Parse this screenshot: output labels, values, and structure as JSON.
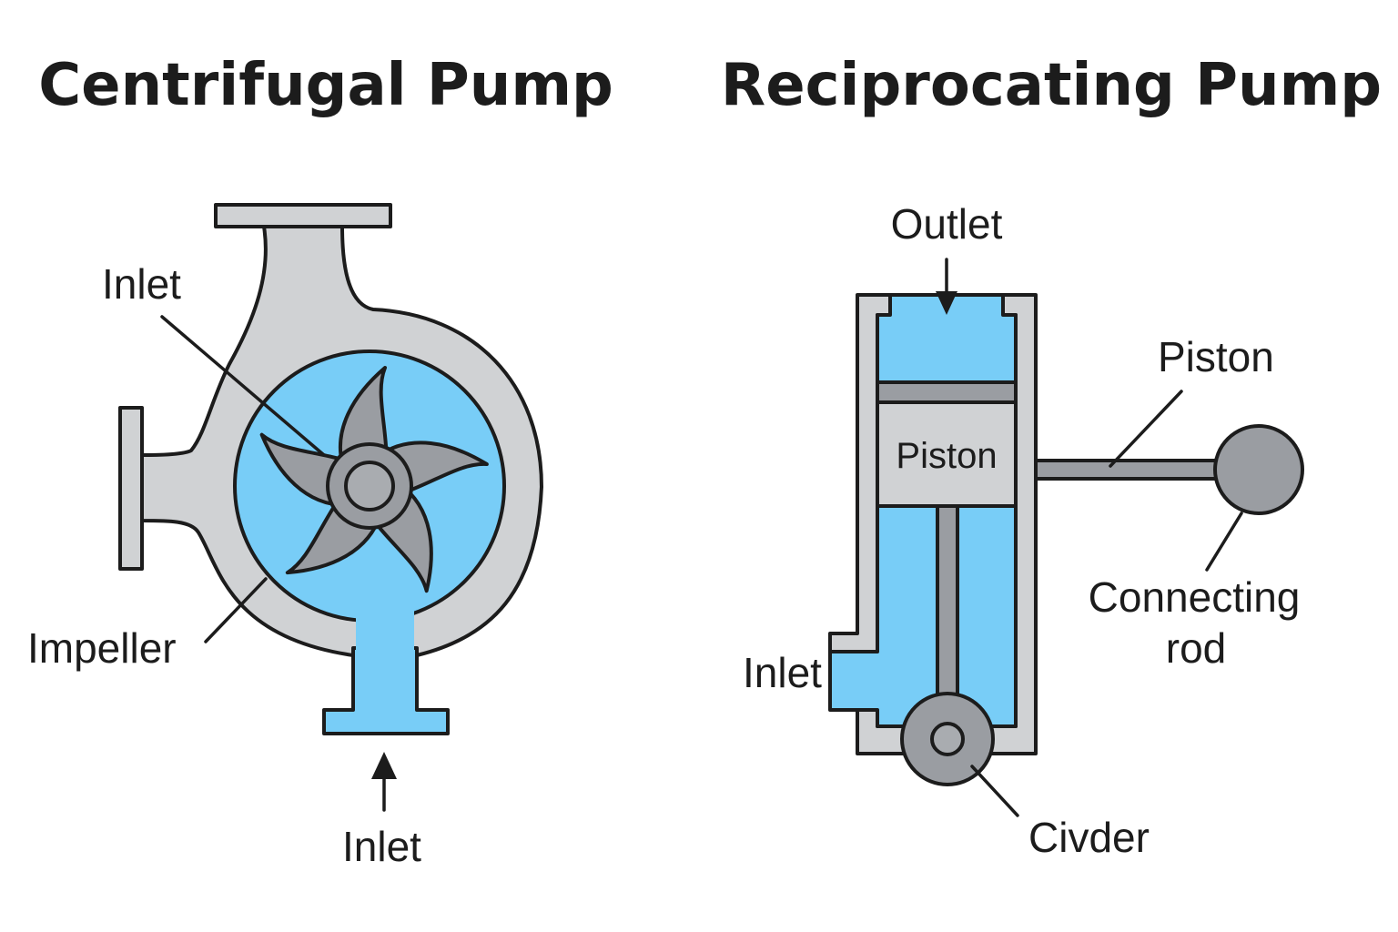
{
  "colors": {
    "casing": "#d0d2d4",
    "fluid": "#78cdf7",
    "metal": "#9a9da2",
    "outline": "#1c1c1c"
  },
  "centrifugal": {
    "title": "Centrifugal Pump",
    "labels": {
      "inlet_top": "Inlet",
      "impeller": "Impeller",
      "inlet_bottom": "Inlet"
    },
    "icons": [
      "impeller-icon",
      "arrow-up-icon"
    ]
  },
  "reciprocating": {
    "title": "Reciprocating Pump",
    "labels": {
      "outlet": "Outlet",
      "piston_right": "Piston",
      "piston_inside": "Piston",
      "connecting_rod_line1": "Connecting",
      "connecting_rod_line2": "rod",
      "inlet": "Inlet",
      "cylinder": "Civder"
    },
    "icons": [
      "arrow-down-icon",
      "crank-icon"
    ]
  }
}
